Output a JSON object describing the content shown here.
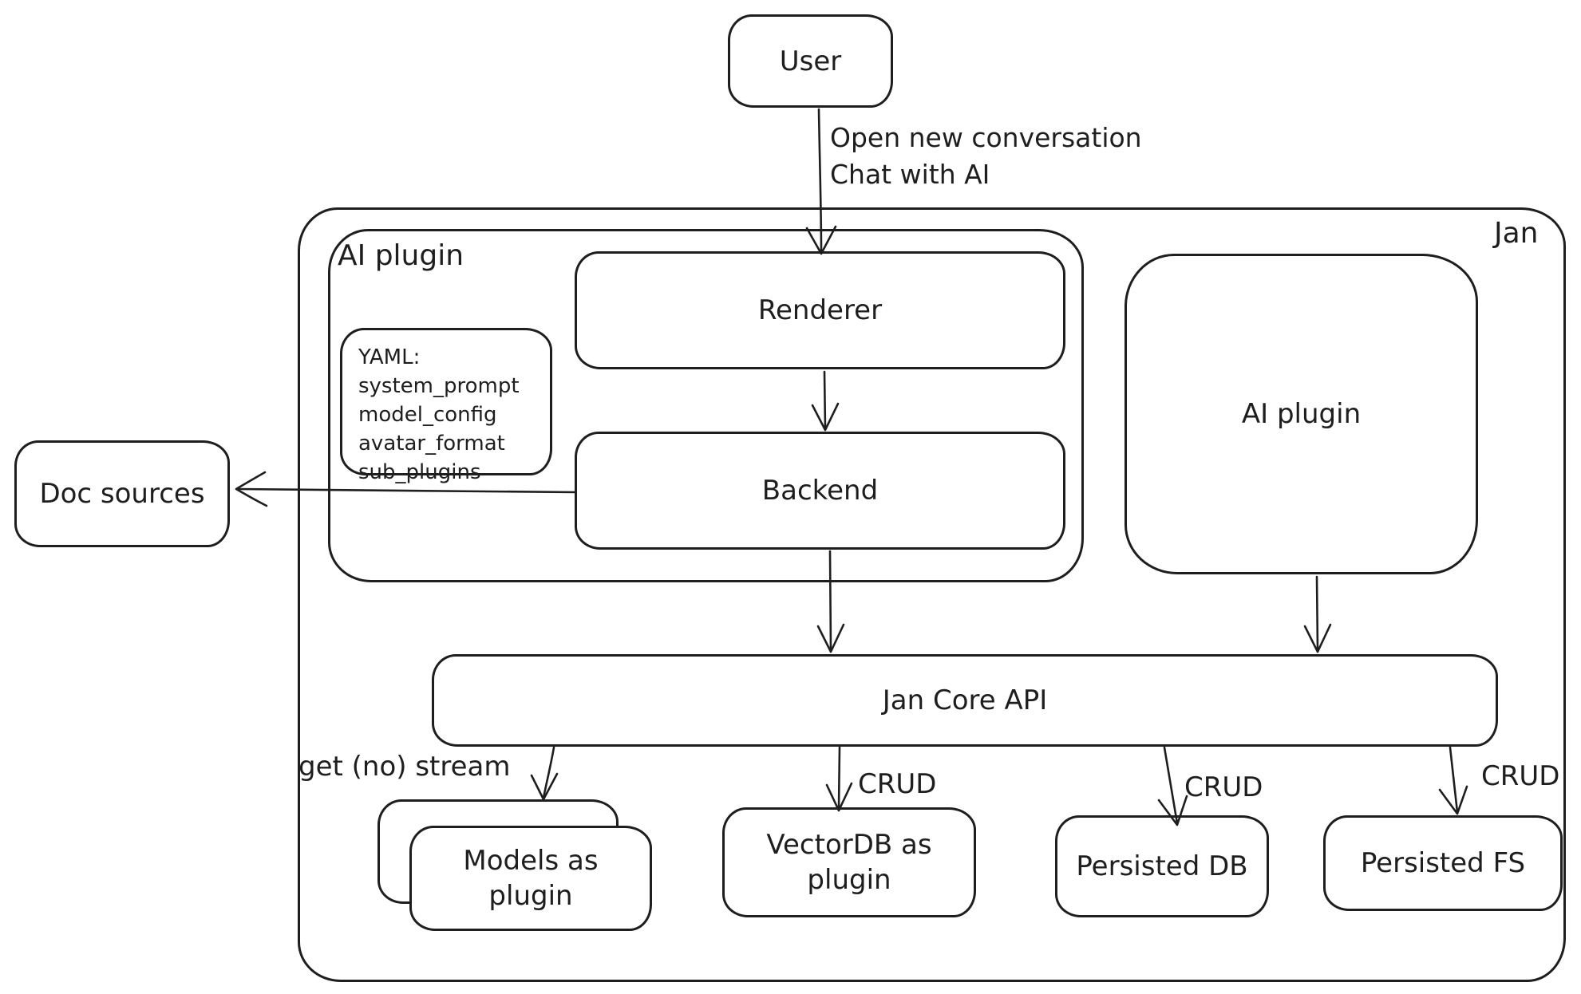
{
  "colors": {
    "stroke": "#1e1e1e",
    "background": "#ffffff"
  },
  "nodes": {
    "user": {
      "label": "User"
    },
    "jan": {
      "label": "Jan"
    },
    "ai_plugin_container": {
      "label": "AI plugin"
    },
    "renderer": {
      "label": "Renderer"
    },
    "backend": {
      "label": "Backend"
    },
    "yaml_note": {
      "lines": [
        "YAML:",
        "system_prompt",
        "model_config",
        "avatar_format",
        "sub_plugins"
      ]
    },
    "ai_plugin_right": {
      "label": "AI plugin"
    },
    "doc_sources": {
      "label": "Doc sources"
    },
    "jan_core_api": {
      "label": "Jan Core API"
    },
    "models_plugin": {
      "label": "Models as plugin"
    },
    "vectordb_plugin": {
      "label": "VectorDB as plugin"
    },
    "persisted_db": {
      "label": "Persisted DB"
    },
    "persisted_fs": {
      "label": "Persisted FS"
    }
  },
  "edges": {
    "user_to_renderer": {
      "line1": "Open new conversation",
      "line2": "Chat with AI"
    },
    "core_to_models": {
      "label": "get (no) stream"
    },
    "core_to_vectordb": {
      "label": "CRUD"
    },
    "core_to_persisted_db": {
      "label": "CRUD"
    },
    "core_to_persisted_fs": {
      "label": "CRUD"
    }
  }
}
